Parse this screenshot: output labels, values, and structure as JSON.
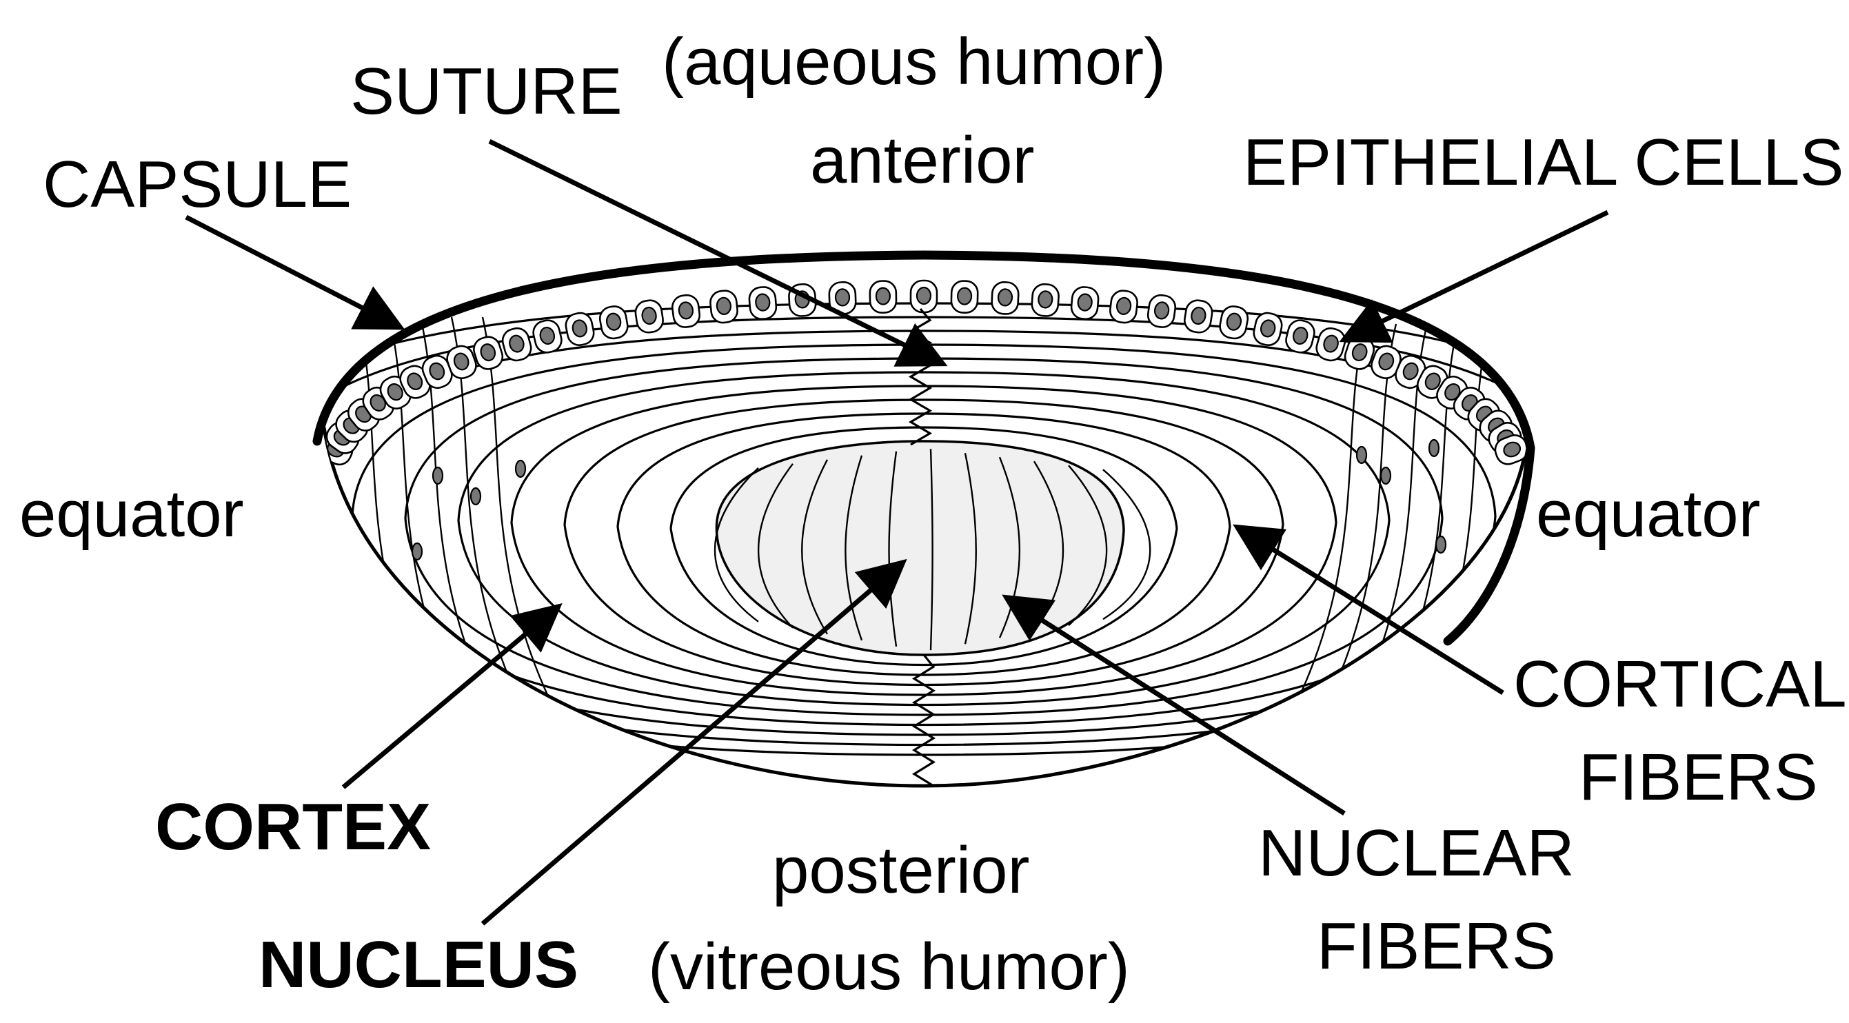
{
  "diagram": {
    "labels": {
      "suture": "SUTURE",
      "aqueous": "(aqueous humor)",
      "anterior": "anterior",
      "capsule": "CAPSULE",
      "epithelial": "EPITHELIAL CELLS",
      "equator_left": "equator",
      "equator_right": "equator",
      "cortical_line1": "CORTICAL",
      "cortical_line2": "FIBERS",
      "cortex": "CORTEX",
      "nucleus": "NUCLEUS",
      "posterior": "posterior",
      "vitreous": "(vitreous humor)",
      "nuclear_line1": "NUCLEAR",
      "nuclear_line2": "FIBERS"
    },
    "colors": {
      "outline": "#000000",
      "nucleus_fill": "#f0f0f0",
      "cell_nucleus_fill": "#777777",
      "background": "#ffffff"
    }
  }
}
